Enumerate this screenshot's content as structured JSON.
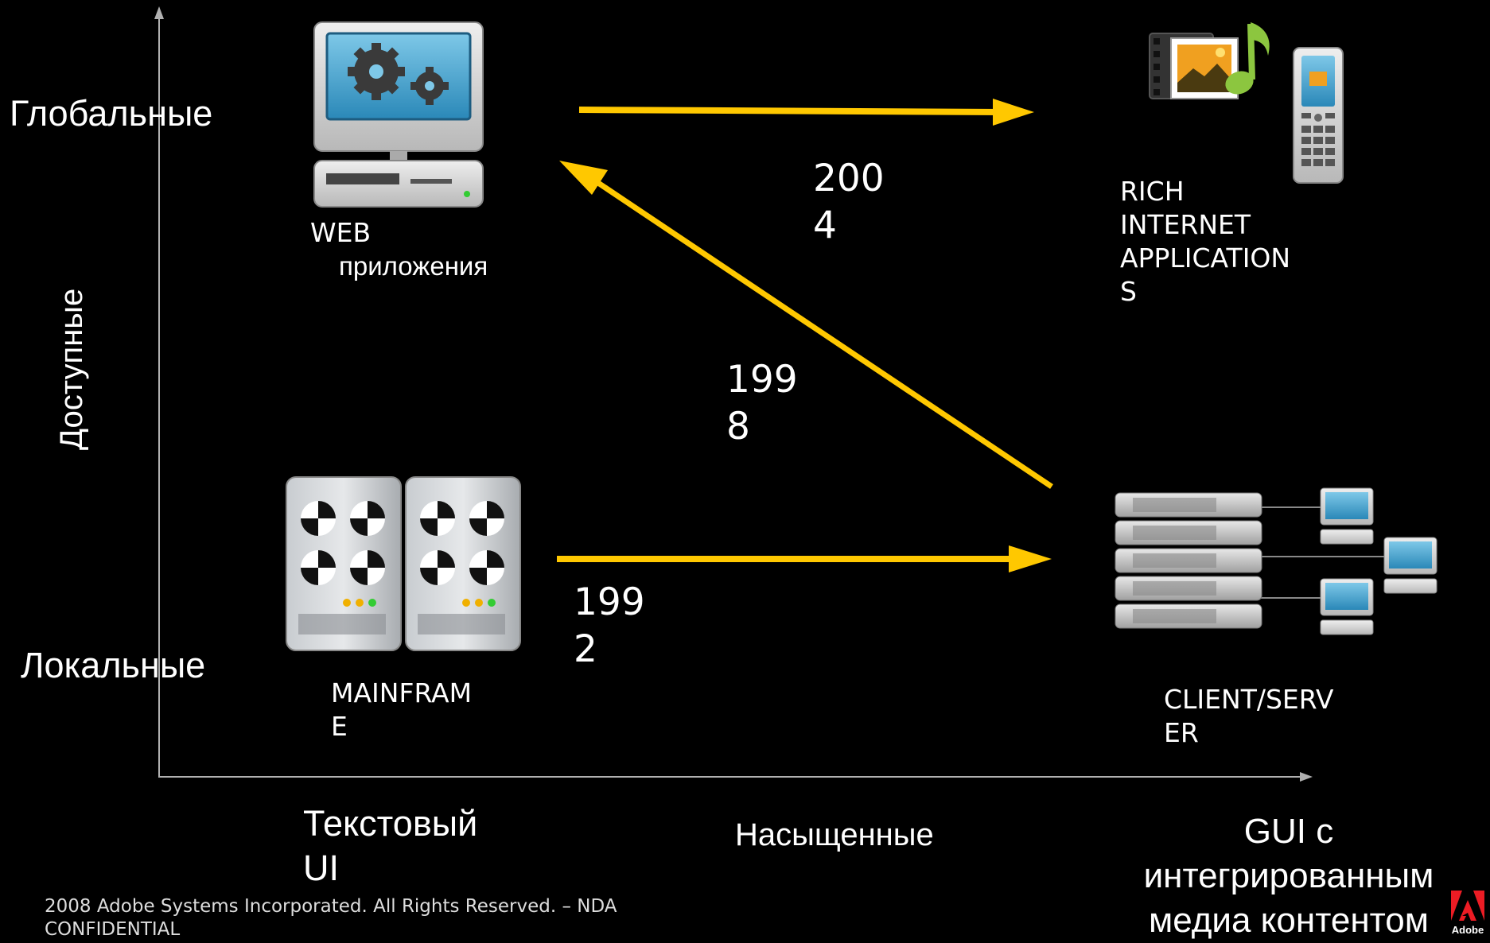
{
  "axes": {
    "y_top_label": "Глобальные",
    "y_bottom_label": "Локальные",
    "y_axis_title": "Доступные",
    "x_left_label": "Текстовый\nUI",
    "x_middle_label": "Насыщенные",
    "x_right_label": "GUI с\nинтегрированным\nмедиа контентом"
  },
  "nodes": {
    "web_line1": "WEB",
    "web_line2": "приложения",
    "ria": "RICH\nINTERNET\nAPPLICATION\nS",
    "mainframe": "MAINFRAM\nE",
    "client_server": "CLIENT/SERV\nER"
  },
  "transitions": {
    "mainframe_to_client_server": "199\n2",
    "client_server_to_web": "199\n8",
    "web_to_ria": "200\n4"
  },
  "footer": {
    "copyright": "2008 Adobe Systems Incorporated.  All Rights Reserved. – NDA\nCONFIDENTIAL",
    "logo_text": "Adobe"
  },
  "colors": {
    "background": "#000000",
    "arrow": "#ffc800",
    "axis": "#b0b0b0",
    "adobe_red": "#ed1c24"
  },
  "icons": {
    "web": "monitor-with-gears-icon",
    "ria": "media-and-mobile-phone-icon",
    "mainframe": "mainframe-server-racks-icon",
    "client_server": "server-stack-with-clients-icon"
  }
}
